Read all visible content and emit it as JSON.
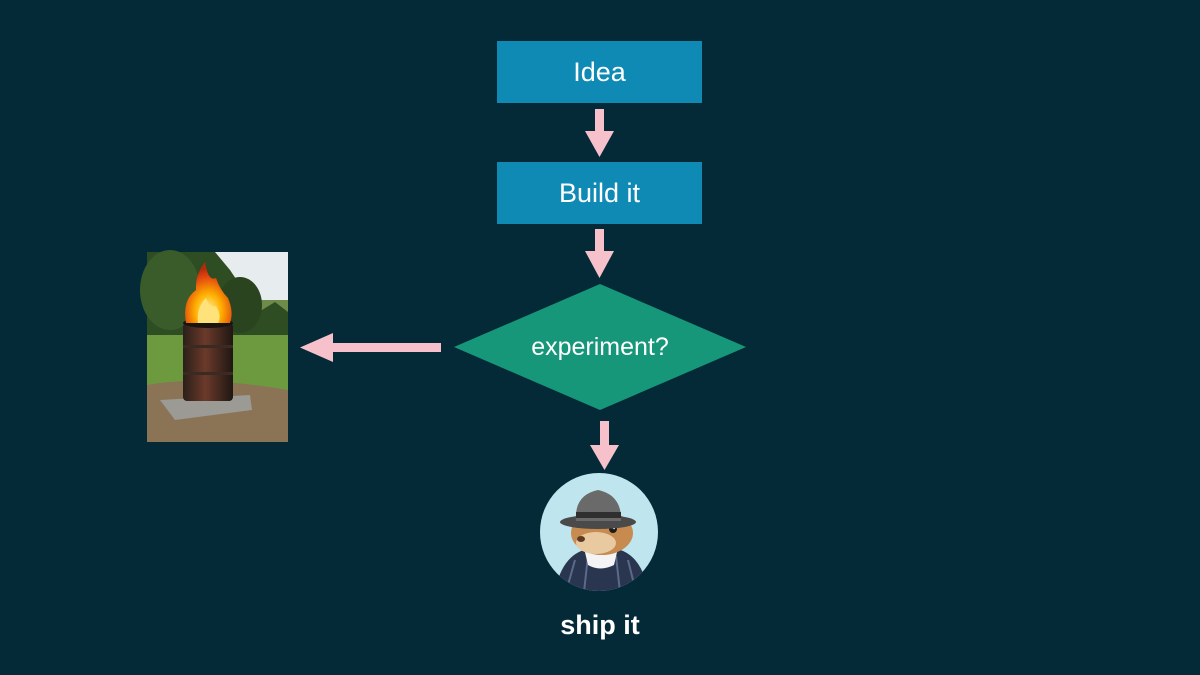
{
  "flow": {
    "idea_label": "Idea",
    "build_label": "Build it",
    "decision_label": "experiment?",
    "ship_label": "ship it"
  },
  "colors": {
    "background": "#042a38",
    "box_fill": "#0f8ab5",
    "decision_fill": "#17977a",
    "arrow": "#f7c1cc",
    "text": "#ffffff"
  },
  "icons": {
    "fail_image": "burning-barrel-photo",
    "success_image": "detective-squirrel-avatar"
  }
}
